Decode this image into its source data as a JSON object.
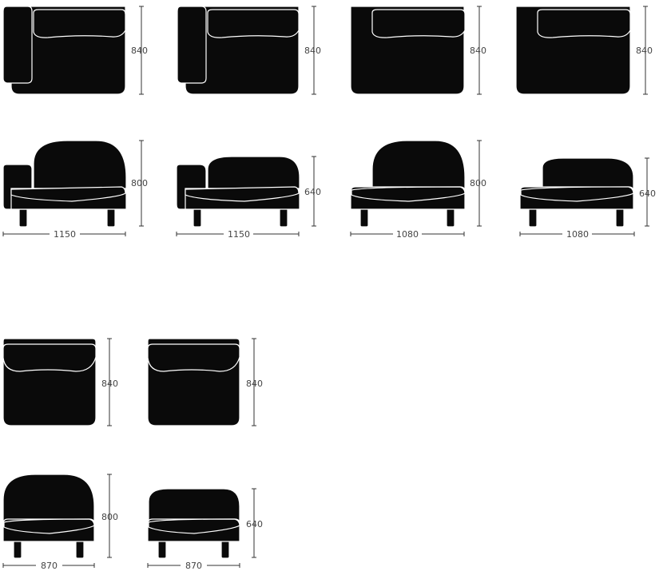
{
  "colors": {
    "fill": "#0a0a0a",
    "outline": "#ffffff",
    "dimension_line": "#333333",
    "dimension_text": "#444444"
  },
  "modules": [
    {
      "name": "left-arm-module",
      "depth": "840",
      "height": "800",
      "width": "1150"
    },
    {
      "name": "left-arm-low-module",
      "depth": "840",
      "height": "640",
      "width": "1150"
    },
    {
      "name": "armless-module",
      "depth": "840",
      "height": "800",
      "width": "1080"
    },
    {
      "name": "armless-low-module",
      "depth": "840",
      "height": "640",
      "width": "1080"
    },
    {
      "name": "armchair-module",
      "depth": "840",
      "height": "800",
      "width": "870"
    },
    {
      "name": "armchair-low-module",
      "depth": "840",
      "height": "640",
      "width": "870"
    }
  ]
}
